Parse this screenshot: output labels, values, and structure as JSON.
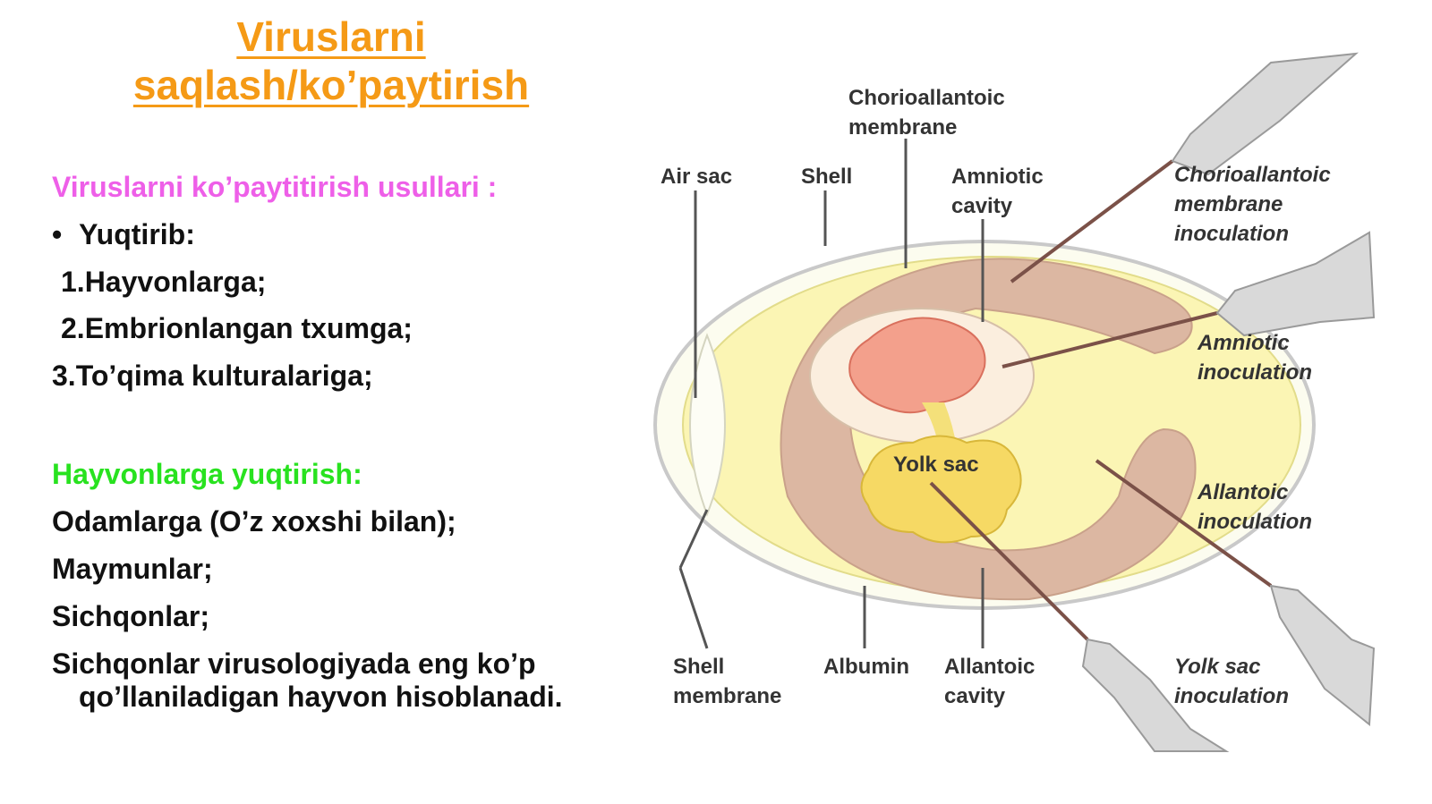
{
  "title": {
    "line1": "Viruslarni",
    "line2": "saqlash/ko’paytirish"
  },
  "methods_heading": "Viruslarni ko’paytitirish usullari :",
  "bullet": "•",
  "infect_label": "Yuqtirib:",
  "methods": [
    "1.Hayvonlarga;",
    "2.Embrionlangan txumga;",
    "3.To’qima kulturalariga;"
  ],
  "animals_heading": "Hayvonlarga yuqtirish:",
  "animals": [
    "Odamlarga (O’z xoxshi bilan);",
    "Maymunlar;",
    "Sichqonlar;"
  ],
  "note": {
    "line1": "Sichqonlar virusologiyada eng ko’p",
    "line2": "qo’llaniladigan hayvon hisoblanadi."
  },
  "diagram": {
    "labels": {
      "chorio_membrane": [
        "Chorioallantoic",
        "membrane"
      ],
      "air_sac": "Air sac",
      "shell": "Shell",
      "amniotic_cavity": [
        "Amniotic",
        "cavity"
      ],
      "yolk_sac": "Yolk sac",
      "shell_membrane": [
        "Shell",
        "membrane"
      ],
      "albumin": "Albumin",
      "allantoic_cavity": [
        "Allantoic",
        "cavity"
      ]
    },
    "inoculations": {
      "chorio": [
        "Chorioallantoic",
        "membrane",
        "inoculation"
      ],
      "amniotic": [
        "Amniotic",
        "inoculation"
      ],
      "allantoic": [
        "Allantoic",
        "inoculation"
      ],
      "yolk": [
        "Yolk sac",
        "inoculation"
      ]
    }
  }
}
